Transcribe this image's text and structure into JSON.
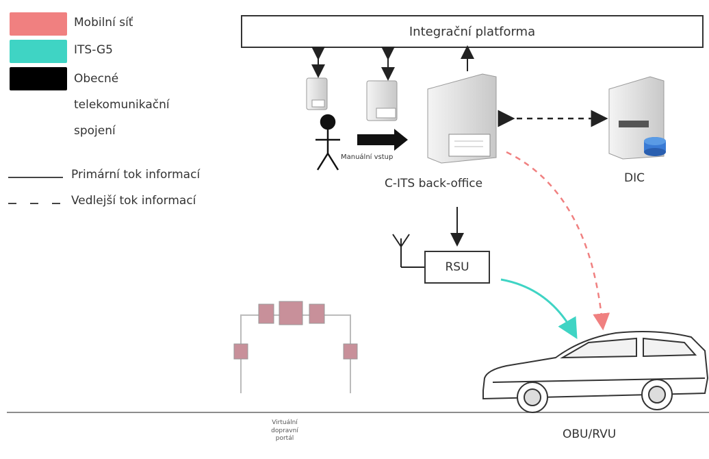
{
  "legend": {
    "mobile": {
      "label": "Mobilní síť",
      "color": "#f08080"
    },
    "itsg5": {
      "label": "ITS-G5",
      "color": "#3fd4c4"
    },
    "general": {
      "label_lines": [
        "Obecné",
        "telekomunikační",
        "spojení"
      ],
      "color": "#000000"
    },
    "primary": {
      "label": "Primární tok informací"
    },
    "secondary": {
      "label": "Vedlejší tok informací"
    }
  },
  "platform": {
    "label": "Integrační platforma"
  },
  "manual_input": {
    "label": "Manuální vstup"
  },
  "backoffice": {
    "label": "C-ITS back-office"
  },
  "dic": {
    "label": "DIC"
  },
  "rsu": {
    "label": "RSU"
  },
  "portal": {
    "label_lines": [
      "Virtuální",
      "dopravní",
      "portál"
    ]
  },
  "vehicle": {
    "label": "OBU/RVU"
  },
  "colors": {
    "mobile_arrow": "#f08080",
    "itsg5_arrow": "#3fd4c4"
  }
}
